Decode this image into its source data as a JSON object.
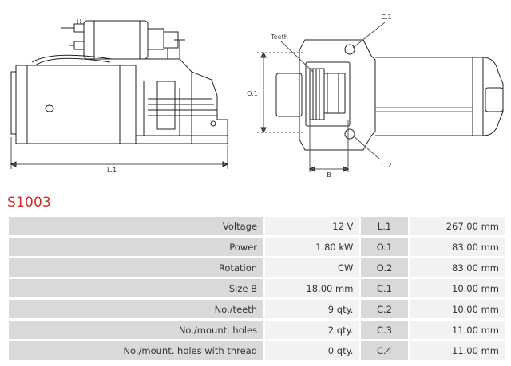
{
  "drawing": {
    "label_L1": "L.1",
    "label_O1": "O.1",
    "label_B": "B",
    "label_C1": "C.1",
    "label_C2": "C.2",
    "label_teeth": "Teeth"
  },
  "part": {
    "code": "S1003"
  },
  "specs": {
    "rows": [
      {
        "label": "Voltage",
        "value": "12 V",
        "key": "L.1",
        "key_value": "267.00 mm"
      },
      {
        "label": "Power",
        "value": "1.80 kW",
        "key": "O.1",
        "key_value": "83.00 mm"
      },
      {
        "label": "Rotation",
        "value": "CW",
        "key": "O.2",
        "key_value": "83.00 mm"
      },
      {
        "label": "Size B",
        "value": "18.00 mm",
        "key": "C.1",
        "key_value": "10.00 mm"
      },
      {
        "label": "No./teeth",
        "value": "9 qty.",
        "key": "C.2",
        "key_value": "10.00 mm"
      },
      {
        "label": "No./mount. holes",
        "value": "2 qty.",
        "key": "C.3",
        "key_value": "11.00 mm"
      },
      {
        "label": "No./mount. holes with thread",
        "value": "0 qty.",
        "key": "C.4",
        "key_value": "11.00 mm"
      }
    ]
  }
}
